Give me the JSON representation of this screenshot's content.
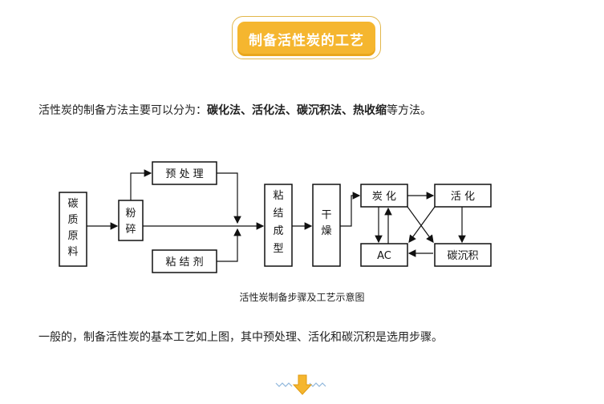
{
  "header": {
    "title": "制备活性炭的工艺"
  },
  "intro": {
    "prefix": "活性炭的制备方法主要可以分为：",
    "methods": [
      "碳化法",
      "活化法",
      "碳沉积法",
      "热收缩"
    ],
    "sep": "、",
    "suffix": "等方法。"
  },
  "diagram": {
    "boxes": {
      "raw": "碳质原料",
      "crush": "粉碎",
      "pretreat": "预 处 理",
      "binder": "粘 结 剂",
      "form": "粘结成型",
      "dry": "干燥",
      "carbonize": "炭 化",
      "activate": "活 化",
      "ac": "AC",
      "deposit": "碳沉积"
    }
  },
  "caption": "活性炭制备步骤及工艺示意图",
  "body_text": "一般的，制备活性炭的基本工艺如上图，其中预处理、活化和碳沉积是选用步骤。"
}
